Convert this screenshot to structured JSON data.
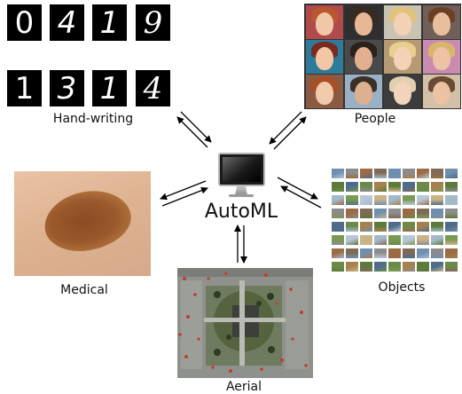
{
  "center": {
    "label": "AutoML",
    "icon": "monitor-icon"
  },
  "panels": {
    "handwriting": {
      "label": "Hand-writing",
      "row1": [
        "0",
        "4",
        "1",
        "9"
      ],
      "row2": [
        "1",
        "3",
        "1",
        "4"
      ]
    },
    "people": {
      "label": "People"
    },
    "medical": {
      "label": "Medical"
    },
    "objects": {
      "label": "Objects"
    },
    "aerial": {
      "label": "Aerial"
    }
  },
  "colors": {
    "arrow": "#000000",
    "digit_bg": "#000000",
    "digit_fg": "#ffffff"
  }
}
